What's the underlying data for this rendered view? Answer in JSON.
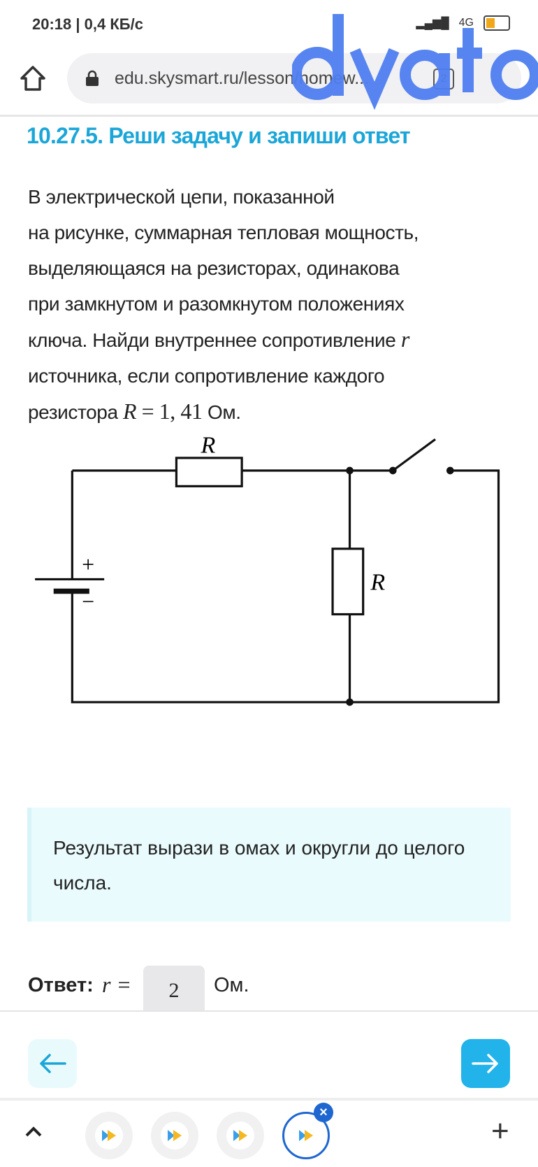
{
  "status_bar": {
    "time_speed": "20:18 | 0,4 КБ/с",
    "network": "4G",
    "battery": "45"
  },
  "browser": {
    "url": "edu.skysmart.ru/lesson/homew...",
    "tab_count": "2"
  },
  "watermark": "dvato",
  "task": {
    "title": "10.27.5. Реши задачу и запиши ответ",
    "lines": [
      "В электрической цепи, показанной",
      "на рисунке, суммарная тепловая мощность,",
      "выделяющаяся на резисторах, одинакова",
      "при замкнутом и разомкнутом положениях",
      "ключа. Найди внутреннее сопротивление"
    ],
    "var_r": "r",
    "line6": "источника, если сопротивление каждого",
    "line7_prefix": "резистора",
    "var_R": "R",
    "equals": "=",
    "R_value": "1, 41",
    "unit": "Ом."
  },
  "circuit": {
    "label_top": "R",
    "label_right": "R",
    "plus": "+",
    "minus": "−"
  },
  "hint": "Результат вырази в омах и округли до целого числа.",
  "answer": {
    "label": "Ответ:",
    "var": "r =",
    "value": "2",
    "unit": "Ом."
  },
  "nav": {
    "prev": "←",
    "next": "→"
  },
  "bottom_bar": {
    "up": "^",
    "close": "×",
    "add": "+"
  },
  "colors": {
    "accent": "#1ba6d8",
    "next_button": "#22b3ea",
    "hint_bg": "#eafbfd",
    "tab_active": "#1e66d0"
  }
}
